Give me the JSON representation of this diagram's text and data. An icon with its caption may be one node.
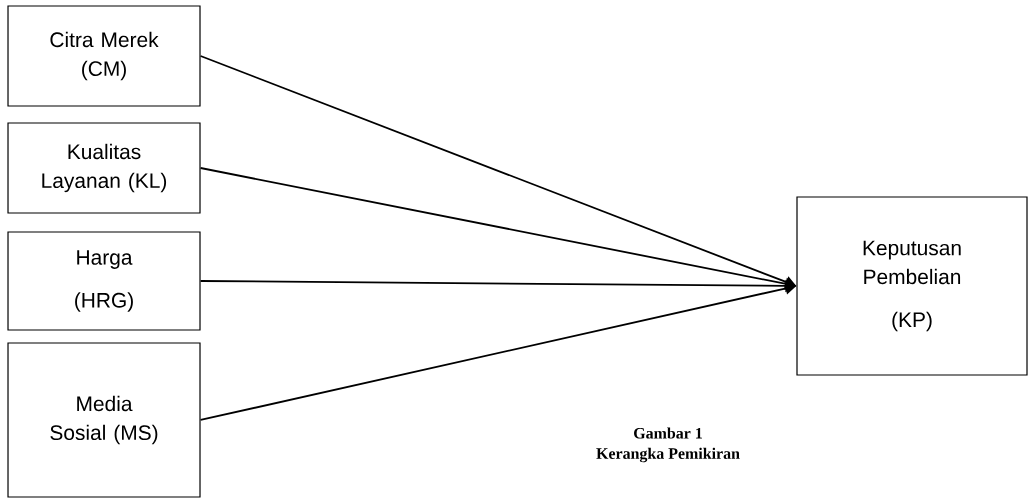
{
  "diagram": {
    "caption": "Gambar 1",
    "nodes": [
      {
        "text": [
          "Citra Merek (CM)"
        ]
      },
      {
        "text": [
          "Kualitas Layanan (KL)"
        ]
      },
      {
        "text": [
          "Harga",
          "(HRG)"
        ]
      },
      {
        "text": [
          "Media Sosial (MS)"
        ]
      },
      {
        "text": [
          "Keputusan Pembelian",
          "(KP)"
        ]
      }
    ],
    "edges": [
      {
        "from": 0,
        "to": 4,
        "arrow": "to"
      },
      {
        "from": 1,
        "to": 4,
        "arrow": "to"
      },
      {
        "from": 2,
        "to": 4,
        "arrow": "to"
      },
      {
        "from": 3,
        "to": 4,
        "arrow": "to"
      }
    ],
    "labels": [
      "Kerangka Pemikiran"
    ]
  }
}
